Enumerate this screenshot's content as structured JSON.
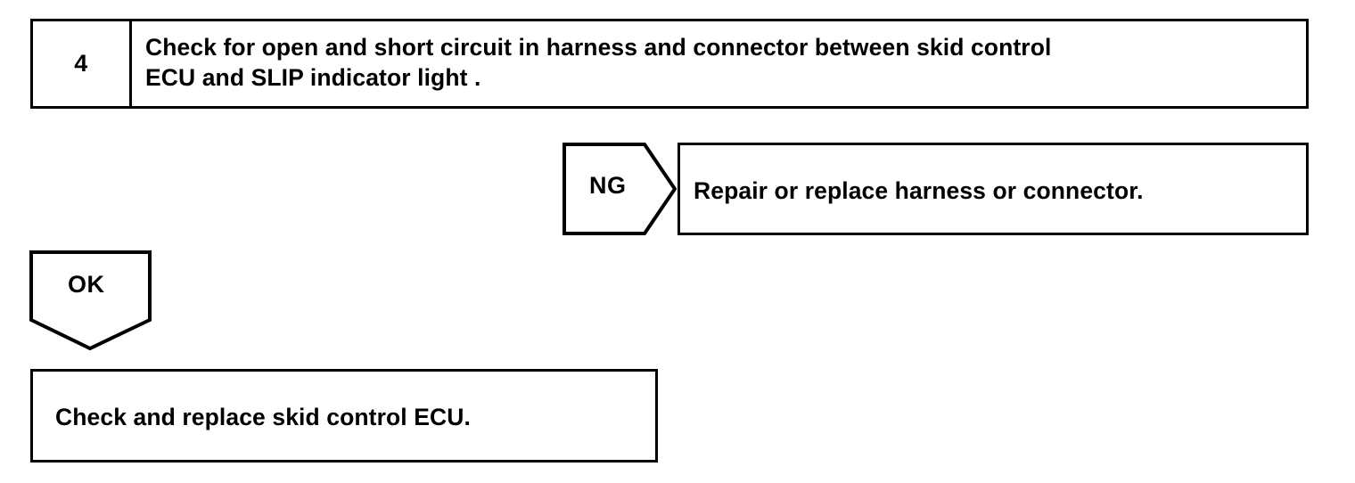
{
  "diagram": {
    "type": "troubleshooting-flowchart",
    "line_color": "#000000",
    "background_color": "#ffffff",
    "text_color": "#000000"
  },
  "step": {
    "number": "4",
    "instruction_line_1": "Check for open and short circuit in harness and connector between skid control",
    "instruction_line_2": "ECU and SLIP indicator light ."
  },
  "branches": {
    "ng": {
      "label": "NG",
      "result_text": "Repair or replace harness or connector."
    },
    "ok": {
      "label": "OK",
      "result_text": "Check and replace skid control ECU."
    }
  }
}
